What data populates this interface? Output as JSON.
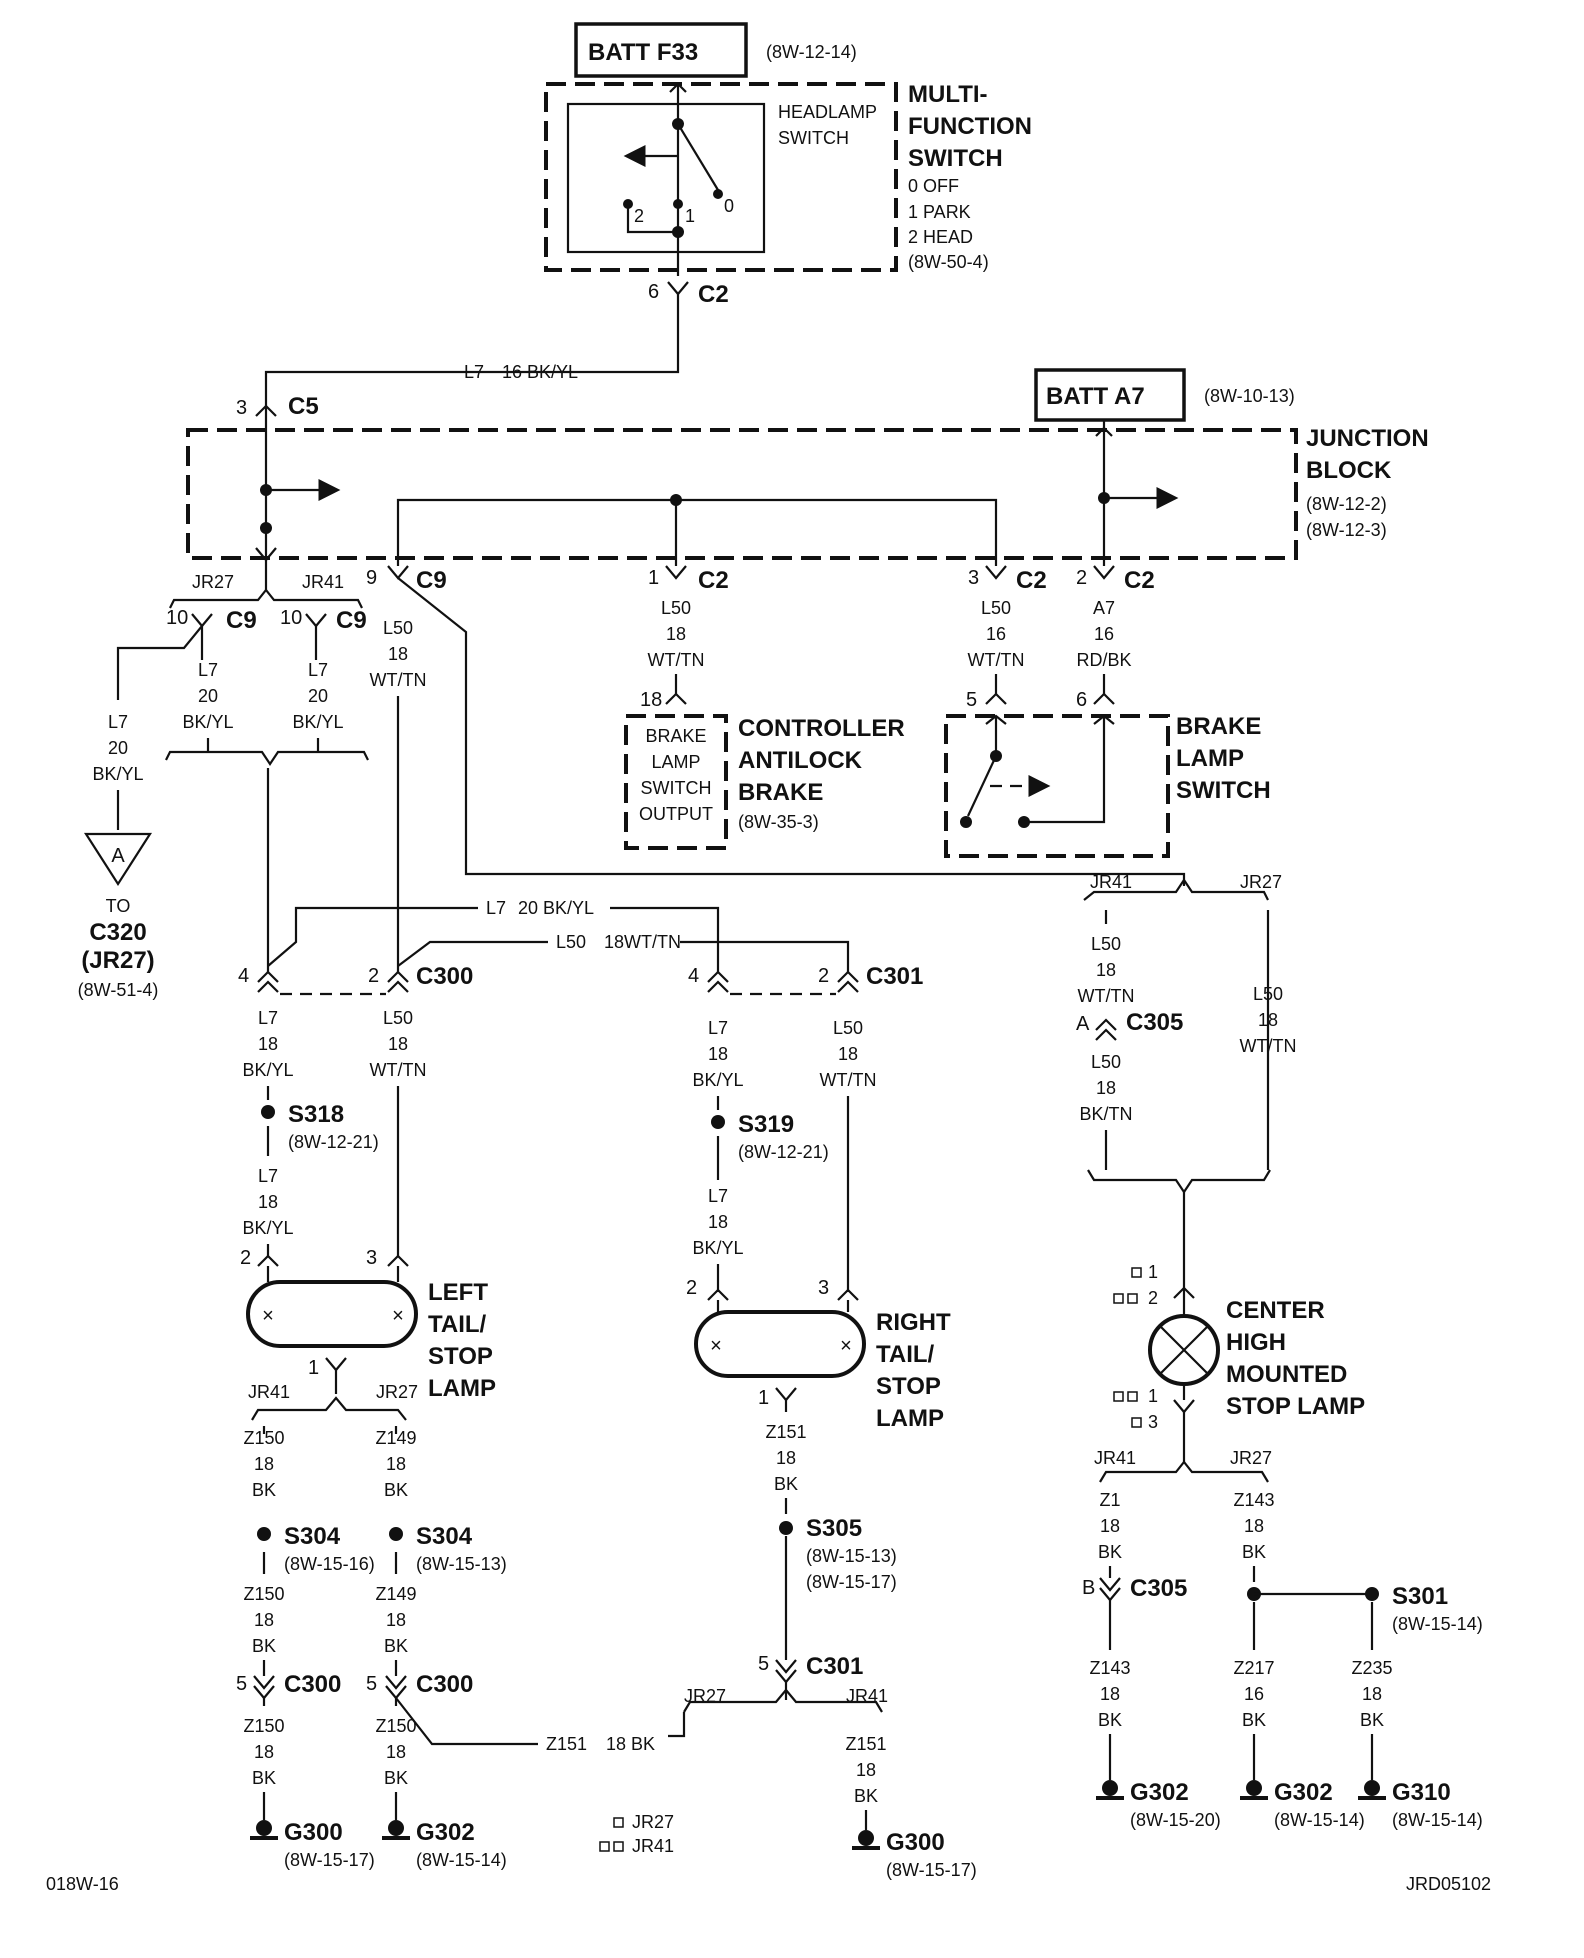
{
  "batt_f33": {
    "label": "BATT F33",
    "ref": "(8W-12-14)"
  },
  "mfs": {
    "title1": "MULTI-",
    "title2": "FUNCTION",
    "title3": "SWITCH",
    "sub1": "HEADLAMP",
    "sub2": "SWITCH",
    "pos0": "0 OFF",
    "pos1": "1 PARK",
    "pos2": "2 HEAD",
    "ref": "(8W-50-4)",
    "t0": "0",
    "t1": "1",
    "t2": "2",
    "conn_pin": "6",
    "conn": "C2"
  },
  "wire_top": {
    "id": "L7",
    "spec": "16 BK/YL"
  },
  "c5": {
    "pin": "3",
    "name": "C5"
  },
  "batt_a7": {
    "label": "BATT A7",
    "ref": "(8W-10-13)"
  },
  "junction": {
    "title1": "JUNCTION",
    "title2": "BLOCK",
    "ref1": "(8W-12-2)",
    "ref2": "(8W-12-3)"
  },
  "jb_conns": {
    "c9_pin": "9",
    "c9": "C9",
    "c2a_pin": "1",
    "c2a": "C2",
    "c2b_pin": "3",
    "c2b": "C2",
    "c2c_pin": "2",
    "c2c": "C2"
  },
  "splice_jr27": "JR27",
  "splice_jr41": "JR41",
  "c9_left": {
    "pin1": "10",
    "name1": "C9",
    "pin2": "10",
    "name2": "C9"
  },
  "wires": {
    "w_left_a": [
      "L7",
      "20",
      "BK/YL"
    ],
    "w_left_b": [
      "L7",
      "20",
      "BK/YL"
    ],
    "w_left_c": [
      "L7",
      "20",
      "BK/YL"
    ],
    "w_c9": [
      "L50",
      "18",
      "WT/TN"
    ],
    "w_cab": [
      "L50",
      "18",
      "WT/TN"
    ],
    "w_bls1": [
      "L50",
      "16",
      "WT/TN"
    ],
    "w_bls2": [
      "A7",
      "16",
      "RD/BK"
    ],
    "w_l7_18a": [
      "L7",
      "18",
      "BK/YL"
    ],
    "w_l50_18a": [
      "L50",
      "18",
      "WT/TN"
    ],
    "w_l7_18b": [
      "L7",
      "18",
      "BK/YL"
    ],
    "w_l50_18b": [
      "L50",
      "18",
      "WT/TN"
    ],
    "w_l7_18c": [
      "L7",
      "18",
      "BK/YL"
    ],
    "w_l7_18d": [
      "L7",
      "18",
      "BK/YL"
    ],
    "w_chm1": [
      "L50",
      "18",
      "WT/TN"
    ],
    "w_chm2": [
      "L50",
      "18",
      "BK/TN"
    ],
    "w_chm3": [
      "L50",
      "18",
      "WT/TN"
    ],
    "w_z150a": [
      "Z150",
      "18",
      "BK"
    ],
    "w_z149a": [
      "Z149",
      "18",
      "BK"
    ],
    "w_z150b": [
      "Z150",
      "18",
      "BK"
    ],
    "w_z149b": [
      "Z149",
      "18",
      "BK"
    ],
    "w_z150c": [
      "Z150",
      "18",
      "BK"
    ],
    "w_z150d": [
      "Z150",
      "18",
      "BK"
    ],
    "w_z151a": [
      "Z151",
      "18",
      "BK"
    ],
    "w_z151b": [
      "Z151",
      "18",
      "BK"
    ],
    "w_z1": [
      "Z1",
      "18",
      "BK"
    ],
    "w_z143a": [
      "Z143",
      "18",
      "BK"
    ],
    "w_z143b": [
      "Z143",
      "18",
      "BK"
    ],
    "w_z217": [
      "Z217",
      "16",
      "BK"
    ],
    "w_z235": [
      "Z235",
      "18",
      "BK"
    ]
  },
  "connector_a": {
    "letter": "A",
    "to": "TO",
    "name": "C320",
    "sub": "(JR27)",
    "ref": "(8W-51-4)"
  },
  "cab": {
    "pin": "18",
    "box1": "BRAKE",
    "box2": "LAMP",
    "box3": "SWITCH",
    "box4": "OUTPUT",
    "title1": "CONTROLLER",
    "title2": "ANTILOCK",
    "title3": "BRAKE",
    "ref": "(8W-35-3)"
  },
  "bls": {
    "pin5": "5",
    "pin6": "6",
    "title1": "BRAKE",
    "title2": "LAMP",
    "title3": "SWITCH"
  },
  "wire_l7_h": {
    "id": "L7",
    "spec": "20 BK/YL"
  },
  "wire_l50_h": {
    "id": "L50",
    "spec": "18WT/TN"
  },
  "c300_top": {
    "pin4": "4",
    "pin2": "2",
    "name": "C300"
  },
  "c301_top": {
    "pin4": "4",
    "pin2": "2",
    "name": "C301"
  },
  "s318": {
    "name": "S318",
    "ref": "(8W-12-21)"
  },
  "s319": {
    "name": "S319",
    "ref": "(8W-12-21)"
  },
  "chm_splice": {
    "jr41": "JR41",
    "jr27": "JR27"
  },
  "c305a": {
    "pin": "A",
    "name": "C305"
  },
  "left_lamp": {
    "pin2": "2",
    "pin3": "3",
    "pin1": "1",
    "title1": "LEFT",
    "title2": "TAIL/",
    "title3": "STOP",
    "title4": "LAMP"
  },
  "right_lamp": {
    "pin2": "2",
    "pin3": "3",
    "pin1": "1",
    "title1": "RIGHT",
    "title2": "TAIL/",
    "title3": "STOP",
    "title4": "LAMP"
  },
  "chmsl": {
    "title1": "CENTER",
    "title2": "HIGH",
    "title3": "MOUNTED",
    "title4": "STOP LAMP",
    "p1": "1",
    "p2": "2",
    "p3": "1",
    "p4": "3"
  },
  "left_bottom": {
    "jr41": "JR41",
    "jr27": "JR27"
  },
  "s304a": {
    "name": "S304",
    "ref": "(8W-15-16)"
  },
  "s304b": {
    "name": "S304",
    "ref": "(8W-15-13)"
  },
  "s305": {
    "name": "S305",
    "ref1": "(8W-15-13)",
    "ref2": "(8W-15-17)"
  },
  "c300_b1": {
    "pin": "5",
    "name": "C300"
  },
  "c300_b2": {
    "pin": "5",
    "name": "C300"
  },
  "c301_b": {
    "pin": "5",
    "name": "C301"
  },
  "wire_z151_h": {
    "id": "Z151",
    "spec": "18 BK"
  },
  "right_bottom": {
    "jr27": "JR27",
    "jr41": "JR41"
  },
  "chm_bottom": {
    "jr41": "JR41",
    "jr27": "JR27"
  },
  "c305b": {
    "pin": "B",
    "name": "C305"
  },
  "s301": {
    "name": "S301",
    "ref": "(8W-15-14)"
  },
  "grounds": {
    "g300a": {
      "name": "G300",
      "ref": "(8W-15-17)"
    },
    "g302a": {
      "name": "G302",
      "ref": "(8W-15-14)"
    },
    "g300b": {
      "name": "G300",
      "ref": "(8W-15-17)"
    },
    "g302b": {
      "name": "G302",
      "ref": "(8W-15-20)"
    },
    "g302c": {
      "name": "G302",
      "ref": "(8W-15-14)"
    },
    "g310": {
      "name": "G310",
      "ref": "(8W-15-14)"
    }
  },
  "legend": {
    "jr27": "JR27",
    "jr41": "JR41"
  },
  "footer": {
    "left": "018W-16",
    "right": "JRD05102"
  }
}
